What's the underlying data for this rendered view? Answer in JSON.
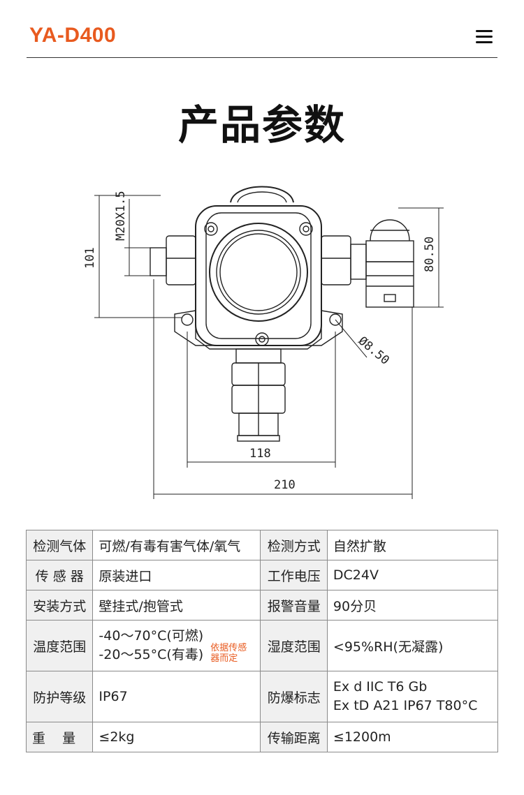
{
  "header": {
    "brand": "YA-D400",
    "menu_icon": "hamburger-menu-icon"
  },
  "title": "产品参数",
  "drawing": {
    "dims": {
      "thread": "M20X1.5",
      "height_total": "101",
      "alarm_height": "80.50",
      "hole": "Ø8.50",
      "mount_width": "118",
      "total_width": "210"
    }
  },
  "specs": {
    "rows": [
      {
        "l1": "检测气体",
        "v1": "可燃/有毒有害气体/氧气",
        "l2": "检测方式",
        "v2": "自然扩散"
      },
      {
        "l1": "传 感 器",
        "v1": "原装进口",
        "l2": "工作电压",
        "v2": "DC24V"
      },
      {
        "l1": "安装方式",
        "v1": "壁挂式/抱管式",
        "l2": "报警音量",
        "v2": "90分贝"
      },
      {
        "l1": "温度范围",
        "v1a": "-40～70°C(可燃)",
        "v1b": "-20～55°C(有毒)",
        "note1": "依据传感",
        "note2": "器而定",
        "l2": "湿度范围",
        "v2": "<95%RH(无凝露)"
      },
      {
        "l1": "防护等级",
        "v1": "IP67",
        "l2": "防爆标志",
        "v2a": "Ex d IIC T6 Gb",
        "v2b": "Ex tD A21 IP67 T80°C"
      },
      {
        "l1": "重    量",
        "v1": "≤2kg",
        "l2": "传输距离",
        "v2": "≤1200m"
      }
    ]
  },
  "colors": {
    "accent": "#e85a1f",
    "label_bg": "#f0f0f0",
    "border": "#8a8a8a"
  }
}
